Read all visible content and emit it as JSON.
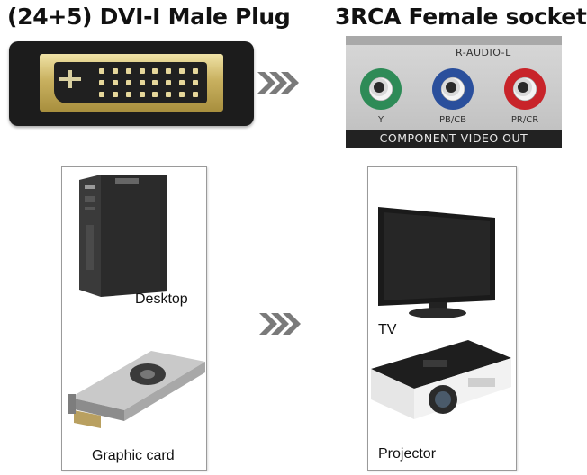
{
  "headings": {
    "left": "(24+5) DVI-I Male Plug",
    "right": "3RCA Female socket"
  },
  "rca_panel": {
    "audio_label": "R-AUDIO-L",
    "jacks": [
      {
        "label": "Y",
        "color": "#2e8b57"
      },
      {
        "label": "PB/CB",
        "color": "#2a4f9c"
      },
      {
        "label": "PR/CR",
        "color": "#c8242a"
      }
    ],
    "banner": "COMPONENT VIDEO OUT"
  },
  "sources": {
    "desktop_label": "Desktop",
    "gpu_label": "Graphic card"
  },
  "targets": {
    "tv_label": "TV",
    "projector_label": "Projector"
  },
  "colors": {
    "arrow": "#7a7a7a",
    "dvi_gold": "#c9b160",
    "box_border": "#9a9a9a"
  },
  "icons": [
    "dvi-plug-image",
    "rca-socket-image",
    "desktop-tower-image",
    "graphics-card-image",
    "tv-image",
    "projector-image",
    "chevron-arrows-icon"
  ]
}
